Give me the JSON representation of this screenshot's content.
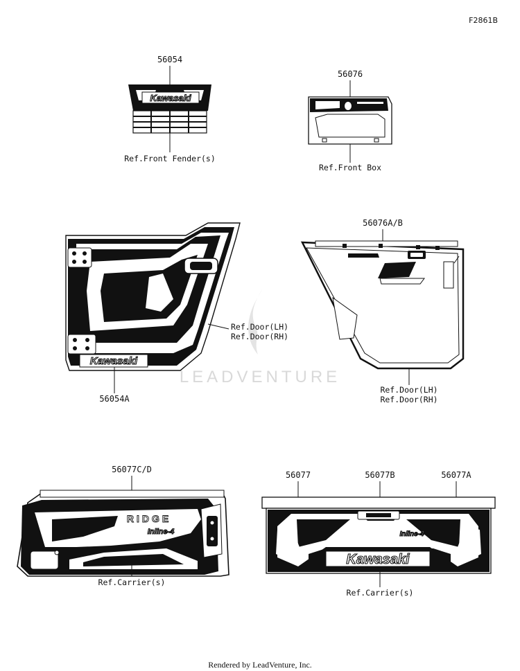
{
  "figure_id": "F2861B",
  "watermark": "LEADVENTURE",
  "footer": "Rendered by LeadVenture, Inc.",
  "parts": {
    "front_grille": {
      "part_number": "56054",
      "reference": "Ref.Front Fender(s)",
      "brand": "Kawasaki"
    },
    "front_box": {
      "part_number": "56076",
      "reference": "Ref.Front Box"
    },
    "door_left": {
      "part_number": "56054A",
      "reference_lh": "Ref.Door(LH)",
      "reference_rh": "Ref.Door(RH)",
      "brand": "Kawasaki"
    },
    "door_right": {
      "part_number": "56076A/B",
      "reference_lh": "Ref.Door(LH)",
      "reference_rh": "Ref.Door(RH)"
    },
    "carrier_side": {
      "part_number": "56077C/D",
      "reference": "Ref.Carrier(s)",
      "model_text": "RIDGE",
      "model_badge": "Inline-4"
    },
    "carrier_rear": {
      "part_numbers": [
        "56077",
        "56077B",
        "56077A"
      ],
      "reference": "Ref.Carrier(s)",
      "brand": "Kawasaki",
      "model_badge": "Inline-4"
    }
  }
}
